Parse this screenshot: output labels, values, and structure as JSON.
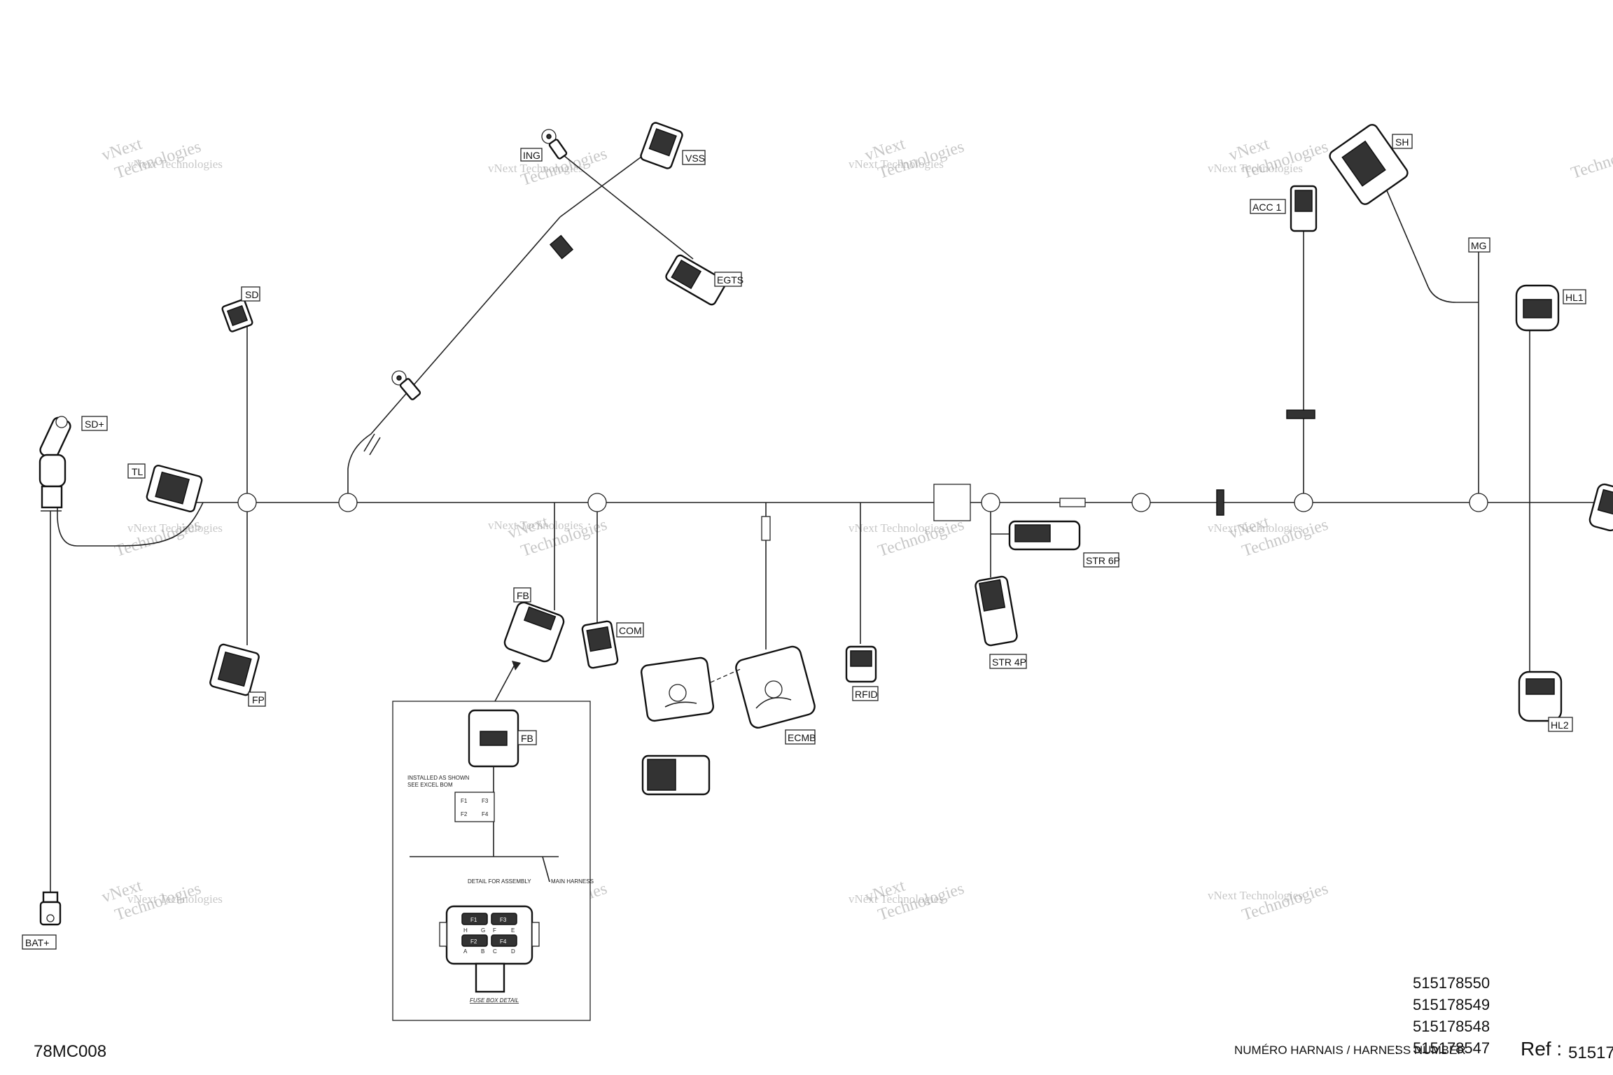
{
  "drawing_code": "78MC008",
  "harness": {
    "label": "NUMÉRO HARNAIS / HARNESS NUMBER",
    "separator": ":",
    "numbers": [
      "515178550",
      "515178549",
      "515178548",
      "515178547"
    ]
  },
  "ref": {
    "label": "Ref :",
    "value": "51517"
  },
  "watermark": {
    "line1": "vNext Technologies",
    "line2": "vNext",
    "line3": "Technologies"
  },
  "connectors": {
    "sd": "SD",
    "sd_plus": "SD+",
    "tl": "TL",
    "fp": "FP",
    "bat_plus": "BAT+",
    "ing": "ING",
    "vss": "VSS",
    "egts": "EGTS",
    "fb": "FB",
    "com": "COM",
    "ecmb": "ECMB",
    "rfid": "RFID",
    "str6p": "STR 6P",
    "str4p": "STR 4P",
    "acc1": "ACC 1",
    "sh": "SH",
    "mg": "MG",
    "hl1": "HL1",
    "hl2": "HL2",
    "fb_detail": "FB"
  },
  "fuse_detail": {
    "installed_note_1": "INSTALLED AS SHOWN",
    "installed_note_2": "SEE EXCEL BOM",
    "f1": "F1",
    "f2": "F2",
    "f3": "F3",
    "f4": "F4",
    "detail_for": "DETAIL FOR ASSEMBLY",
    "main_harness": "MAIN HARNESS",
    "title": "FUSE BOX DETAIL",
    "pins": [
      "H",
      "G",
      "F",
      "E",
      "A",
      "B",
      "C",
      "D"
    ]
  }
}
